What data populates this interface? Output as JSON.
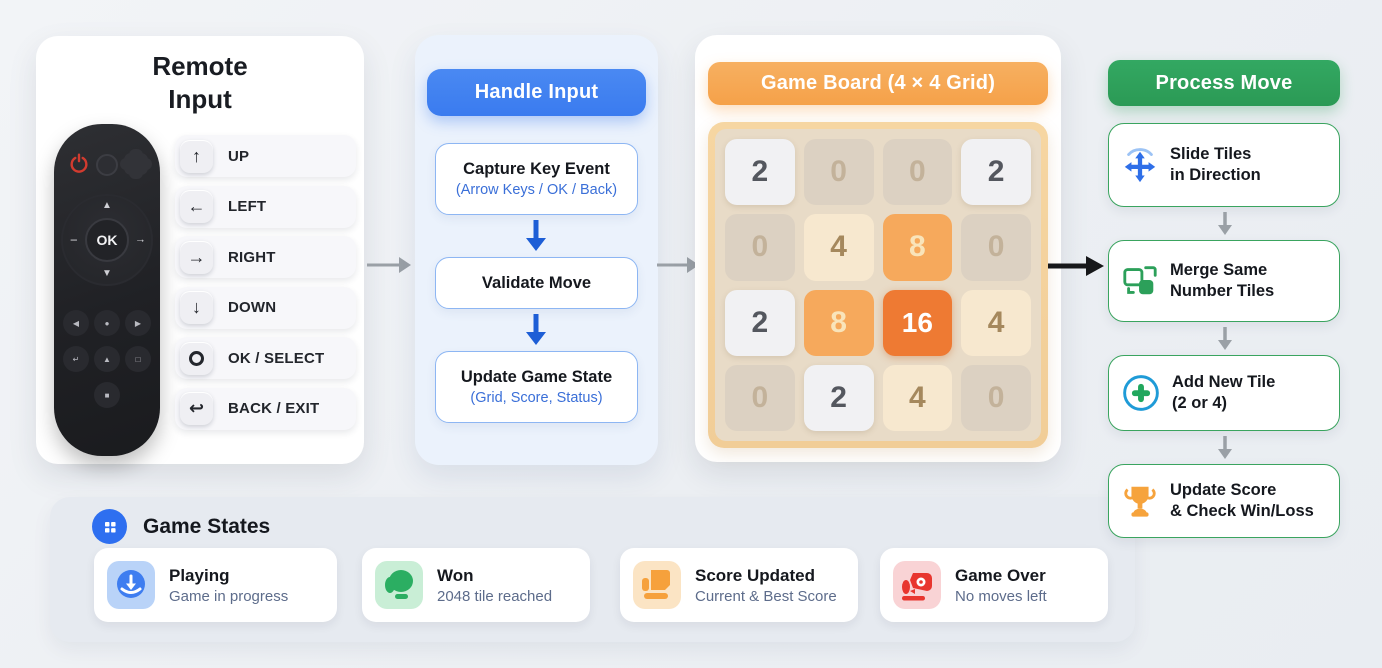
{
  "remote": {
    "title": "Remote\nInput",
    "ok_label": "OK",
    "dpad": {
      "up": "▲",
      "down": "▼",
      "left": "−",
      "right": "→"
    },
    "small_buttons": [
      "◀",
      "●",
      "▶",
      "↵",
      "▲",
      "□",
      "■"
    ],
    "buttons": [
      {
        "icon": "arrow-up-icon",
        "glyph": "↑",
        "label": "UP"
      },
      {
        "icon": "arrow-left-icon",
        "glyph": "←",
        "label": "LEFT"
      },
      {
        "icon": "arrow-right-icon",
        "glyph": "→",
        "label": "RIGHT"
      },
      {
        "icon": "arrow-down-icon",
        "glyph": "↓",
        "label": "DOWN"
      },
      {
        "icon": "ok-circle-icon",
        "glyph": "",
        "label": "OK / SELECT"
      },
      {
        "icon": "back-arrow-icon",
        "glyph": "↩",
        "label": "BACK / EXIT"
      }
    ]
  },
  "handle_input": {
    "header": "Handle Input",
    "steps": [
      {
        "title": "Capture Key Event",
        "subtitle": "(Arrow Keys / OK / Back)"
      },
      {
        "title": "Validate Move",
        "subtitle": ""
      },
      {
        "title": "Update Game State",
        "subtitle": "(Grid, Score, Status)"
      }
    ]
  },
  "game_board": {
    "header": "Game Board (4 × 4 Grid)",
    "grid": [
      [
        2,
        0,
        0,
        2
      ],
      [
        0,
        4,
        8,
        0
      ],
      [
        2,
        8,
        16,
        4
      ],
      [
        0,
        2,
        4,
        0
      ]
    ]
  },
  "process_move": {
    "header": "Process Move",
    "steps": [
      {
        "icon": "move-arrows-icon",
        "text": "Slide Tiles\nin Direction"
      },
      {
        "icon": "merge-tiles-icon",
        "text": "Merge Same\nNumber Tiles"
      },
      {
        "icon": "add-circle-icon",
        "text": "Add New Tile\n(2 or 4)"
      },
      {
        "icon": "trophy-icon",
        "text": "Update Score\n& Check Win/Loss"
      }
    ]
  },
  "game_states": {
    "header": "Game States",
    "items": [
      {
        "icon": "playing-icon",
        "title": "Playing",
        "subtitle": "Game in progress"
      },
      {
        "icon": "won-glove-icon",
        "title": "Won",
        "subtitle": "2048 tile reached"
      },
      {
        "icon": "score-chart-icon",
        "title": "Score Updated",
        "subtitle": "Current & Best Score"
      },
      {
        "icon": "game-over-icon",
        "title": "Game Over",
        "subtitle": "No moves left"
      }
    ]
  },
  "colors": {
    "blue": "#3a7bef",
    "orange": "#f5a149",
    "green": "#2b9a55",
    "gray_arrow": "#9aa0a6",
    "black_arrow": "#17181a",
    "tile_0": "#dcd1c2",
    "tile_2": "#f1f1f3",
    "tile_4": "#f7e8cf",
    "tile_8": "#f6a95c",
    "tile_16": "#ee7a33"
  }
}
